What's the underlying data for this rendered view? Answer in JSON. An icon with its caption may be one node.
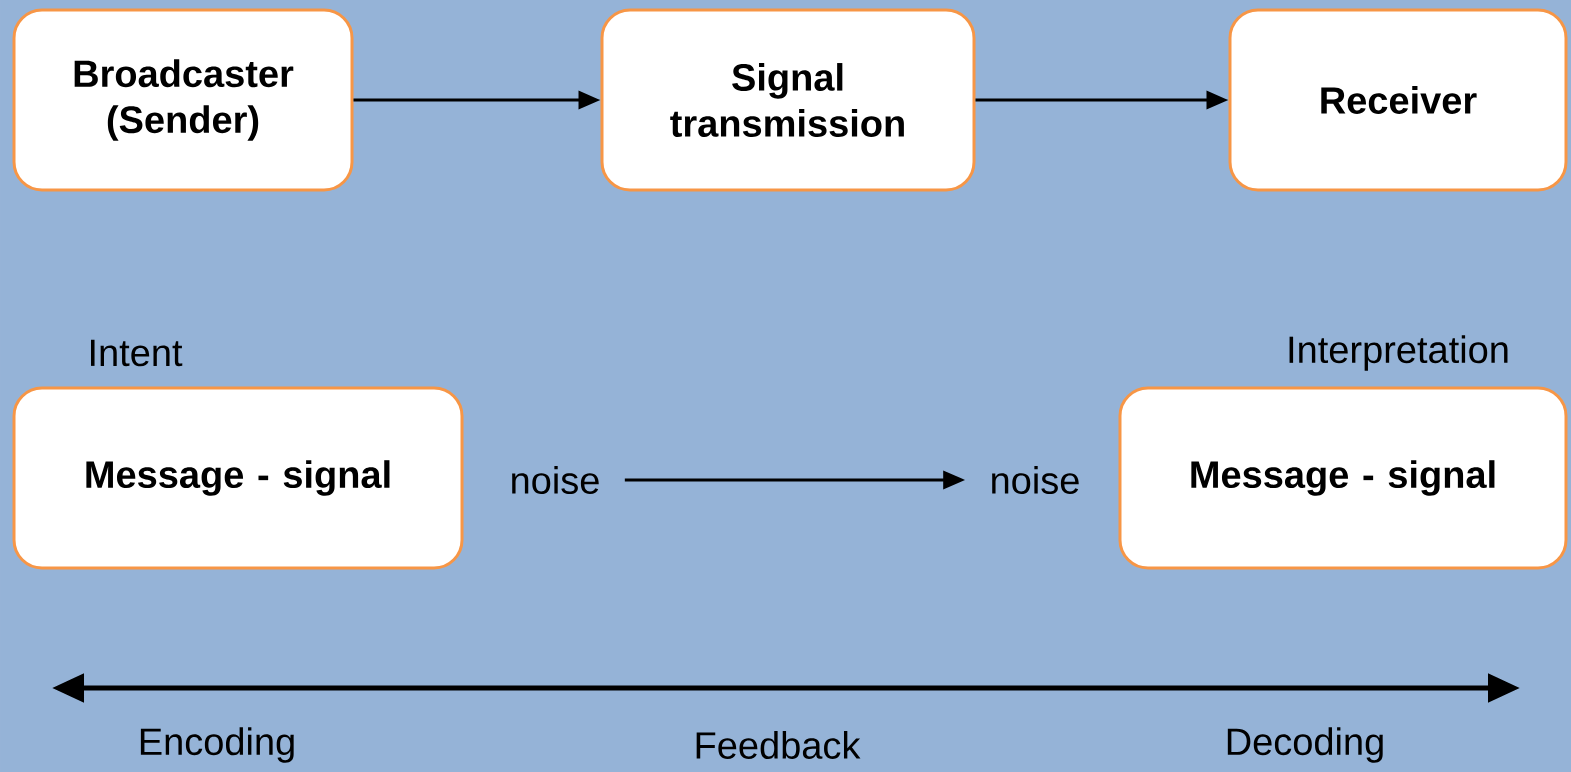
{
  "diagram": {
    "nodes": [
      {
        "text": [
          "Broadcaster (Sender)"
        ]
      },
      {
        "text": [
          "Signal transmission"
        ]
      },
      {
        "text": [
          "Receiver"
        ]
      },
      {
        "text": [
          "Message - signal"
        ],
        "beside": [
          "Intent"
        ]
      },
      {
        "text": [
          "noise"
        ]
      },
      {
        "text": [
          "noise"
        ]
      },
      {
        "text": [
          "Message - signal"
        ],
        "beside": [
          "Interpretation"
        ]
      }
    ],
    "edges": [
      {
        "from": 0,
        "to": 1,
        "arrow": "to"
      },
      {
        "from": 1,
        "to": 2,
        "arrow": "to"
      },
      {
        "from": 4,
        "to": 5,
        "arrow": "to"
      }
    ],
    "labels": [
      "Encoding",
      "Feedback",
      "Decoding"
    ]
  }
}
